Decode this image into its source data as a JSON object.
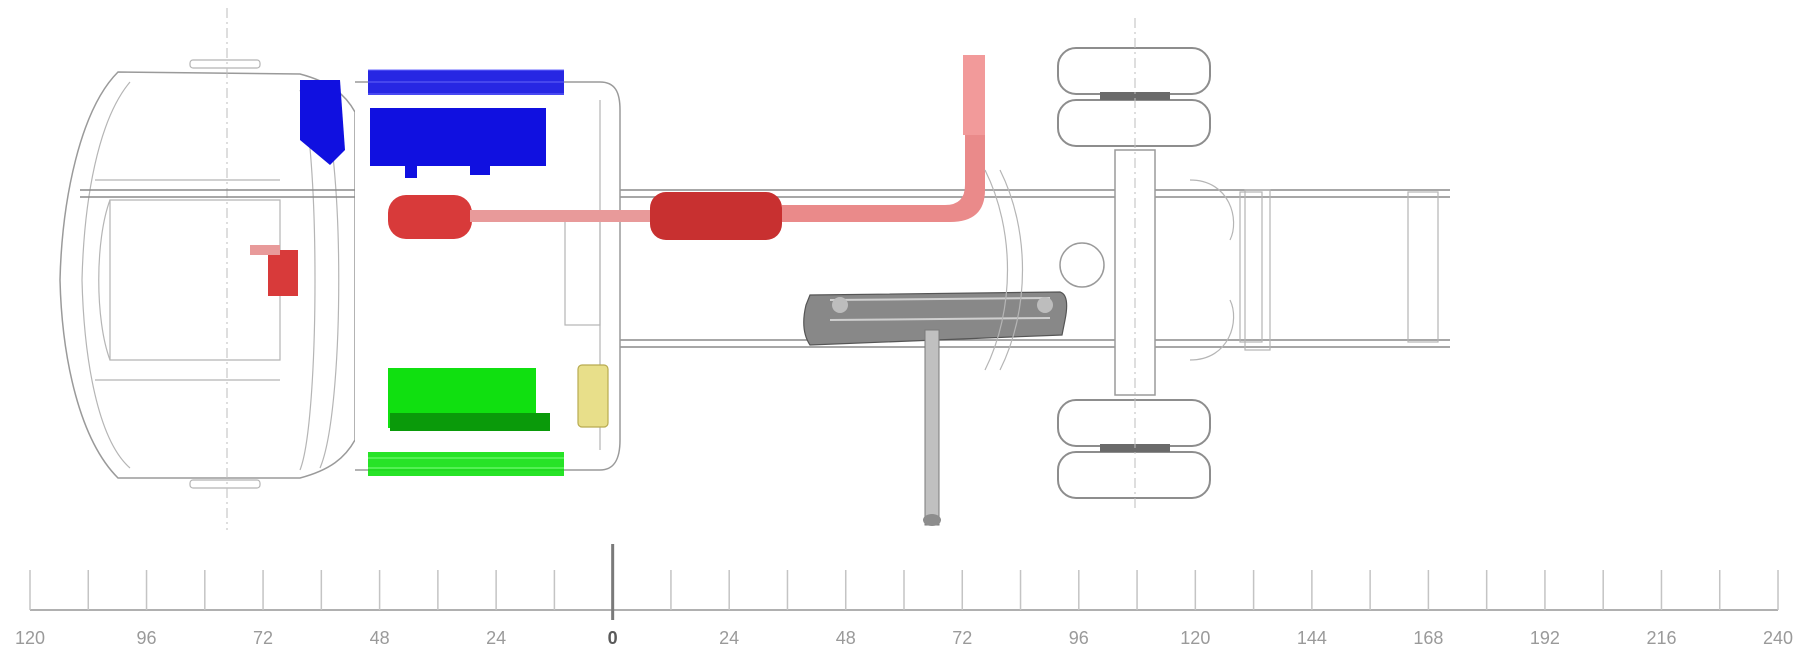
{
  "diagram": {
    "ruler": {
      "origin_label": "0",
      "unit_step": 24,
      "min": -120,
      "max": 240,
      "labels": [
        "120",
        "96",
        "72",
        "48",
        "24",
        "0",
        "24",
        "48",
        "72",
        "96",
        "120",
        "144",
        "168",
        "192",
        "216",
        "240"
      ]
    },
    "colors": {
      "blue_component": "#1010e0",
      "green_component": "#10e010",
      "red_component": "#d83a3a",
      "yellow_component": "#e8df8a",
      "fuel_tank": "#888888",
      "outline": "#9a9a9a",
      "ruler": "#b0b0b0"
    }
  }
}
